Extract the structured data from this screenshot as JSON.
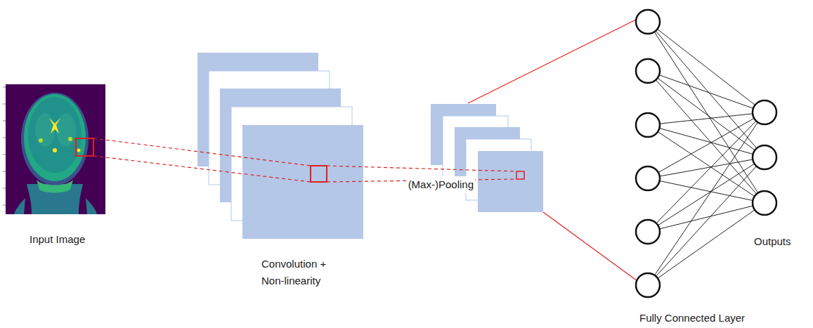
{
  "diagram": {
    "labels": [
      "Input Image",
      "Convolution + Non-linearity",
      "(Max-)Pooling",
      "Outputs",
      "Fully Connected Layer"
    ]
  }
}
